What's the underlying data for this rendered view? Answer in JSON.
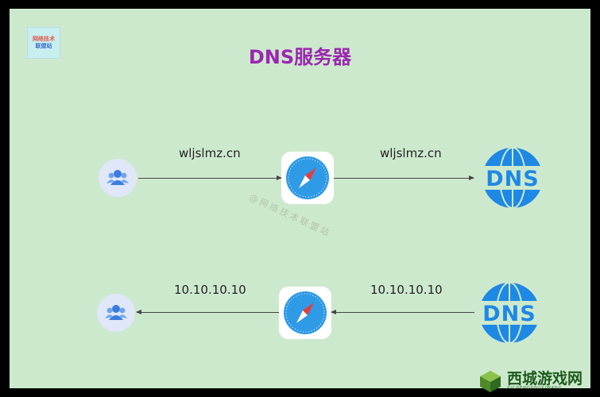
{
  "title": "DNS服务器",
  "logo": {
    "line1": "网络技术",
    "line2": "联盟站"
  },
  "row1": {
    "left_label": "wljslmz.cn",
    "right_label": "wljslmz.cn"
  },
  "row2": {
    "left_label": "10.10.10.10",
    "right_label": "10.10.10.10"
  },
  "watermark": "@网络技术联盟站",
  "badge": {
    "title": "西城游戏网",
    "subtitle": "XICHENGYOUXIWANG"
  },
  "colors": {
    "title": "#9b27b0",
    "dns_blue": "#1e88e5",
    "user_bg": "#dfe7f8",
    "user_icon": "#3b7ce0",
    "safari_blue": "#2f9ae6"
  },
  "icons": [
    "users-icon",
    "safari-icon",
    "dns-icon"
  ]
}
